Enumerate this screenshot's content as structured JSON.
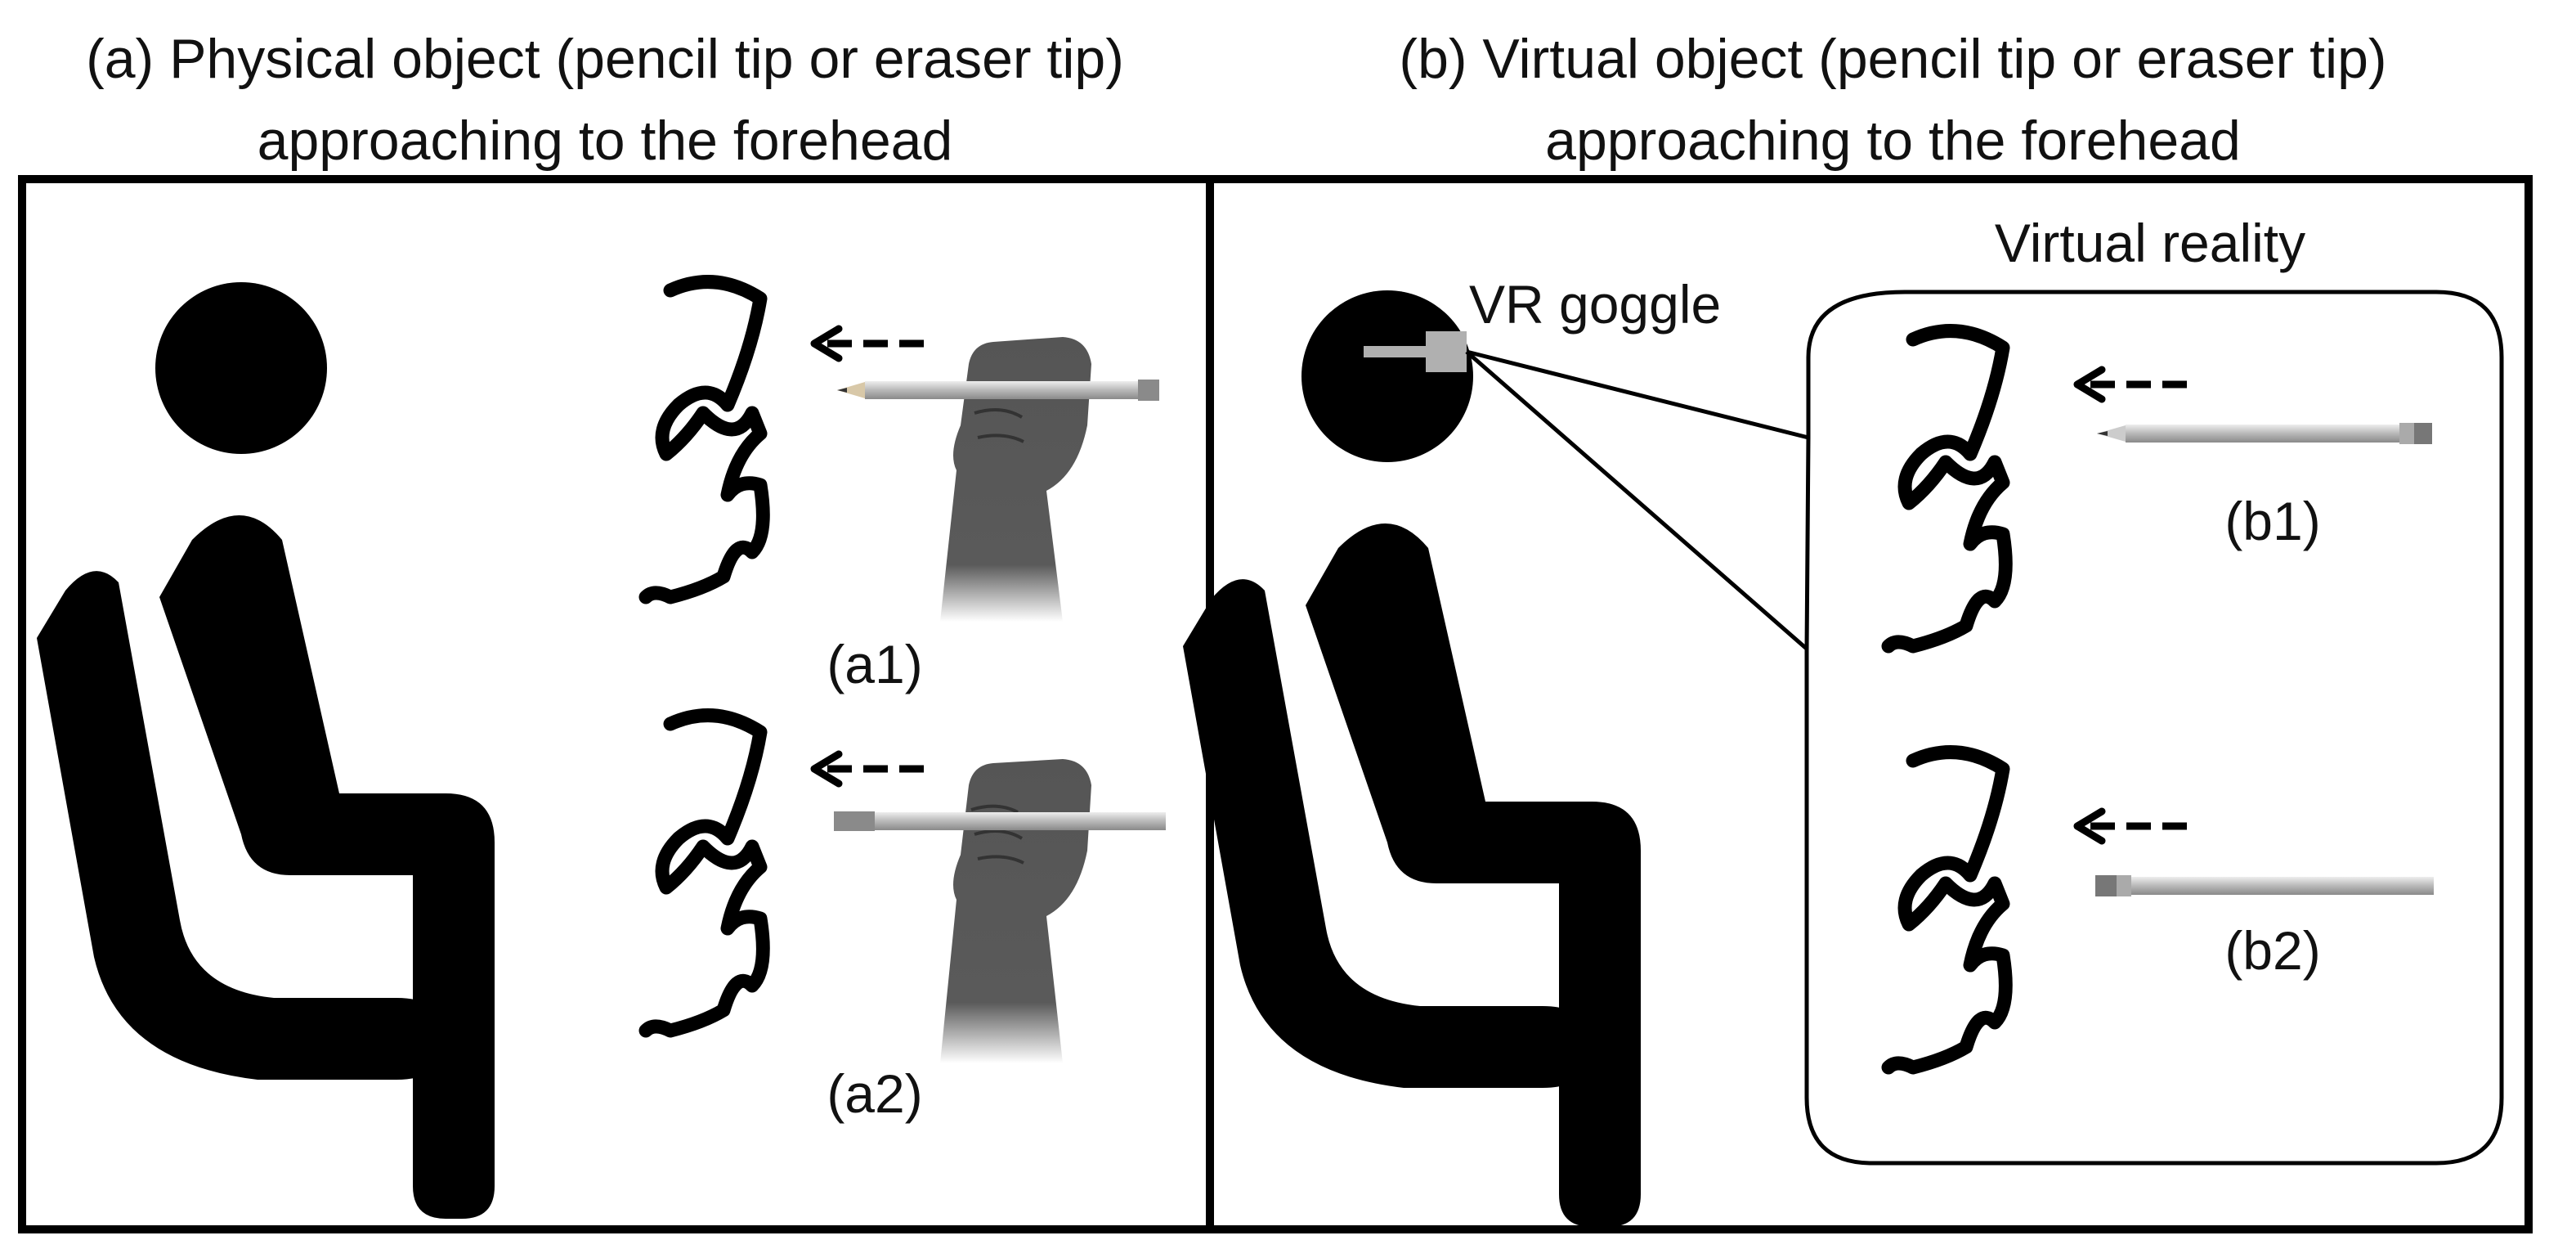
{
  "panel_a": {
    "title_line1": "(a) Physical object (pencil tip or eraser tip)",
    "title_line2": "approaching to the forehead",
    "label_a1": "(a1)",
    "label_a2": "(a2)"
  },
  "panel_b": {
    "title_line1": "(b) Virtual object (pencil tip or eraser tip)",
    "title_line2": "approaching to the forehead",
    "goggle_label": "VR goggle",
    "vr_box_label": "Virtual reality",
    "label_b1": "(b1)",
    "label_b2": "(b2)"
  },
  "colors": {
    "silhouette": "#000000",
    "goggle": "#b0b0b0",
    "pencil": "#c8c8c8",
    "hand": "#555555"
  }
}
